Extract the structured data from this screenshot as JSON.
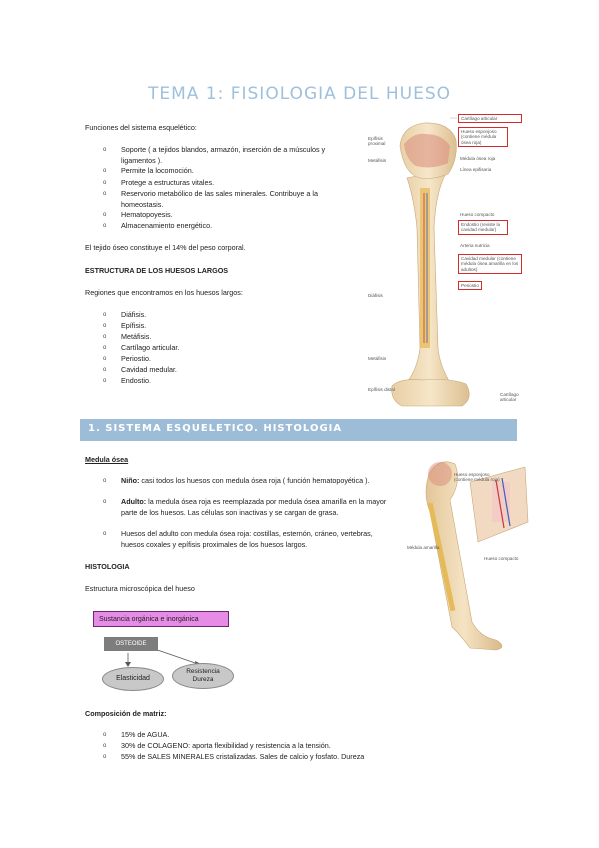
{
  "title": "Tema 1: fisiologia del hueso",
  "functions": {
    "heading": "Funciones del sistema esquelético:",
    "items": [
      "Soporte ( a tejidos blandos, armazón, inserción de a músculos y ligamentos ).",
      "Permite la locomoción.",
      "Protege a estructuras vitales.",
      "Reservorio metabólico de las sales minerales. Contribuye a la homeostasis.",
      "Hematopoyesis.",
      "Almacenamiento energético."
    ],
    "weight_note": "El tejido óseo constituye el 14% del peso corporal."
  },
  "long_bones": {
    "heading": "ESTRUCTURA DE LOS HUESOS LARGOS",
    "intro": "Regiones que encontramos en los huesos largos:",
    "items": [
      "Diáfisis.",
      "Epífisis.",
      "Metáfisis.",
      "Cartílago articular.",
      "Periostio.",
      "Cavidad medular.",
      "Endostio."
    ]
  },
  "bone_figure": {
    "left_labels": [
      "Epífisis proximal",
      "Metáfisis",
      "Diáfisis",
      "Metáfisis",
      "Epífisis distal"
    ],
    "right_labels": [
      {
        "text": "Cartílago articular",
        "boxed": true
      },
      {
        "text": "Hueso esponjoso (contiene médula ósea roja)",
        "boxed": true
      },
      {
        "text": "Médula ósea roja",
        "boxed": false
      },
      {
        "text": "Línea epifisaria",
        "boxed": false
      },
      {
        "text": "Hueso compacto",
        "boxed": false
      },
      {
        "text": "Endostio (reviste la cavidad medular)",
        "boxed": true
      },
      {
        "text": "Arteria nutricia",
        "boxed": false
      },
      {
        "text": "Cavidad medular (contiene médula ósea amarilla en los adultos)",
        "boxed": true
      },
      {
        "text": "Periostio",
        "boxed": true
      },
      {
        "text": "Cartílago articular",
        "boxed": false
      }
    ]
  },
  "section1": {
    "band_title": "1. Sistema esqueletico. Histologia",
    "marrow_heading": "Medula ósea",
    "marrow_items": [
      {
        "bold": "Niño:",
        "text": " casi todos los huesos con medula ósea roja ( función hematopoyética )."
      },
      {
        "bold": "Adulto:",
        "text": " la medula ósea roja es reemplazada por medula ósea amarilla en la mayor parte de los huesos. Las células son inactivas y se cargan de grasa."
      },
      {
        "bold": "",
        "text": "Huesos del adulto con medula ósea roja: costillas, esternón, cráneo, vertebras, huesos coxales y epífisis proximales de los huesos largos."
      }
    ],
    "histology_heading": "HISTOLOGIA",
    "micro_text": "Estructura microscópica del hueso",
    "fig2_labels": [
      "Hueso esponjoso (contiene médula roja)",
      "Médula amarilla",
      "Hueso compacto"
    ],
    "diagram": {
      "top": "Sustancia orgánica e inorgánica",
      "mid": "OSTEOIDE",
      "left": "Elasticidad",
      "right": "Resistencia Dureza"
    },
    "matrix_heading": "Composición de matriz:",
    "matrix_items": [
      "15% de AGUA.",
      "30% de COLAGENO: aporta flexibilidad y resistencia a la tensión.",
      "55% de SALES MINERALES cristalizadas. Sales de calcio y fosfato. Dureza"
    ]
  }
}
